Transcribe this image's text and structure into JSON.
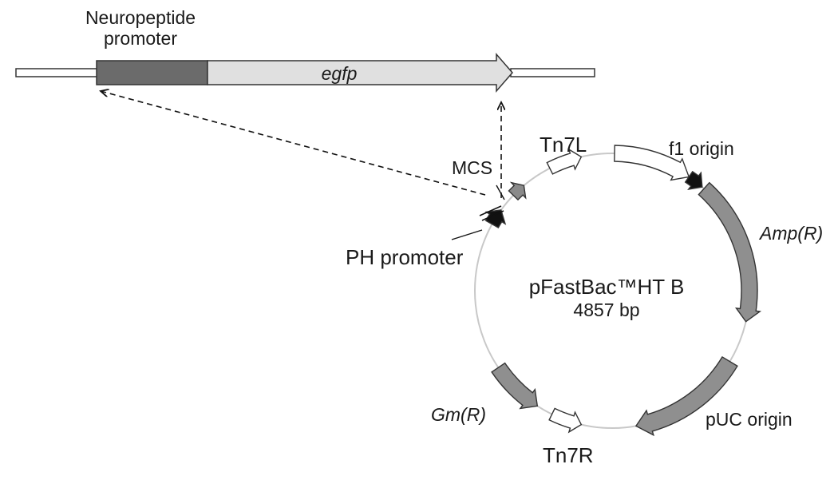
{
  "construct": {
    "promoter_label_line1": "Neuropeptide",
    "promoter_label_line2": "promoter",
    "gene_label": "egfp"
  },
  "plasmid": {
    "name": "pFastBac™HT B",
    "size": "4857 bp",
    "features": {
      "tn7l": "Tn7L",
      "f1": "f1 origin",
      "amp": "Amp(R)",
      "puc": "pUC origin",
      "tn7r": "Tn7R",
      "gm": "Gm(R)",
      "mcs": "MCS",
      "ph": "PH promoter"
    }
  },
  "colors": {
    "promoter": "#6b6b6b",
    "gene": "#e0e0e0",
    "feature_dark": "#8f8f8f",
    "backbone": "#c8c8c8",
    "black": "#111111"
  }
}
